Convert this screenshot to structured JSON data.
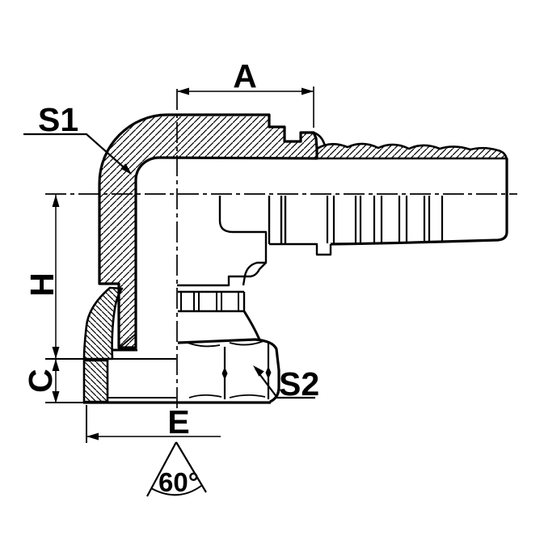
{
  "drawing": {
    "background": "#ffffff",
    "line_color": "#000000",
    "dimension_labels": {
      "a": "A",
      "h": "H",
      "c": "C",
      "e": "E"
    },
    "callout_labels": {
      "s1": "S1",
      "s2": "S2"
    },
    "angle_label": "60°"
  }
}
